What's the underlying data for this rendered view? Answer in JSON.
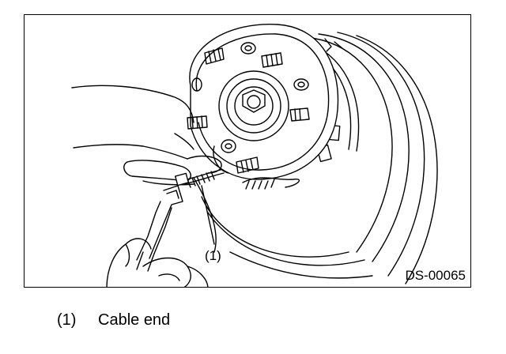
{
  "figure": {
    "callout_label": "(1)",
    "figure_id": "DS-00065"
  },
  "legend": {
    "items": [
      {
        "number": "(1)",
        "text": "Cable end"
      }
    ]
  },
  "icons": [
    "hub-drawing",
    "hand-drawing",
    "pliers-drawing",
    "cable-end-drawing"
  ]
}
